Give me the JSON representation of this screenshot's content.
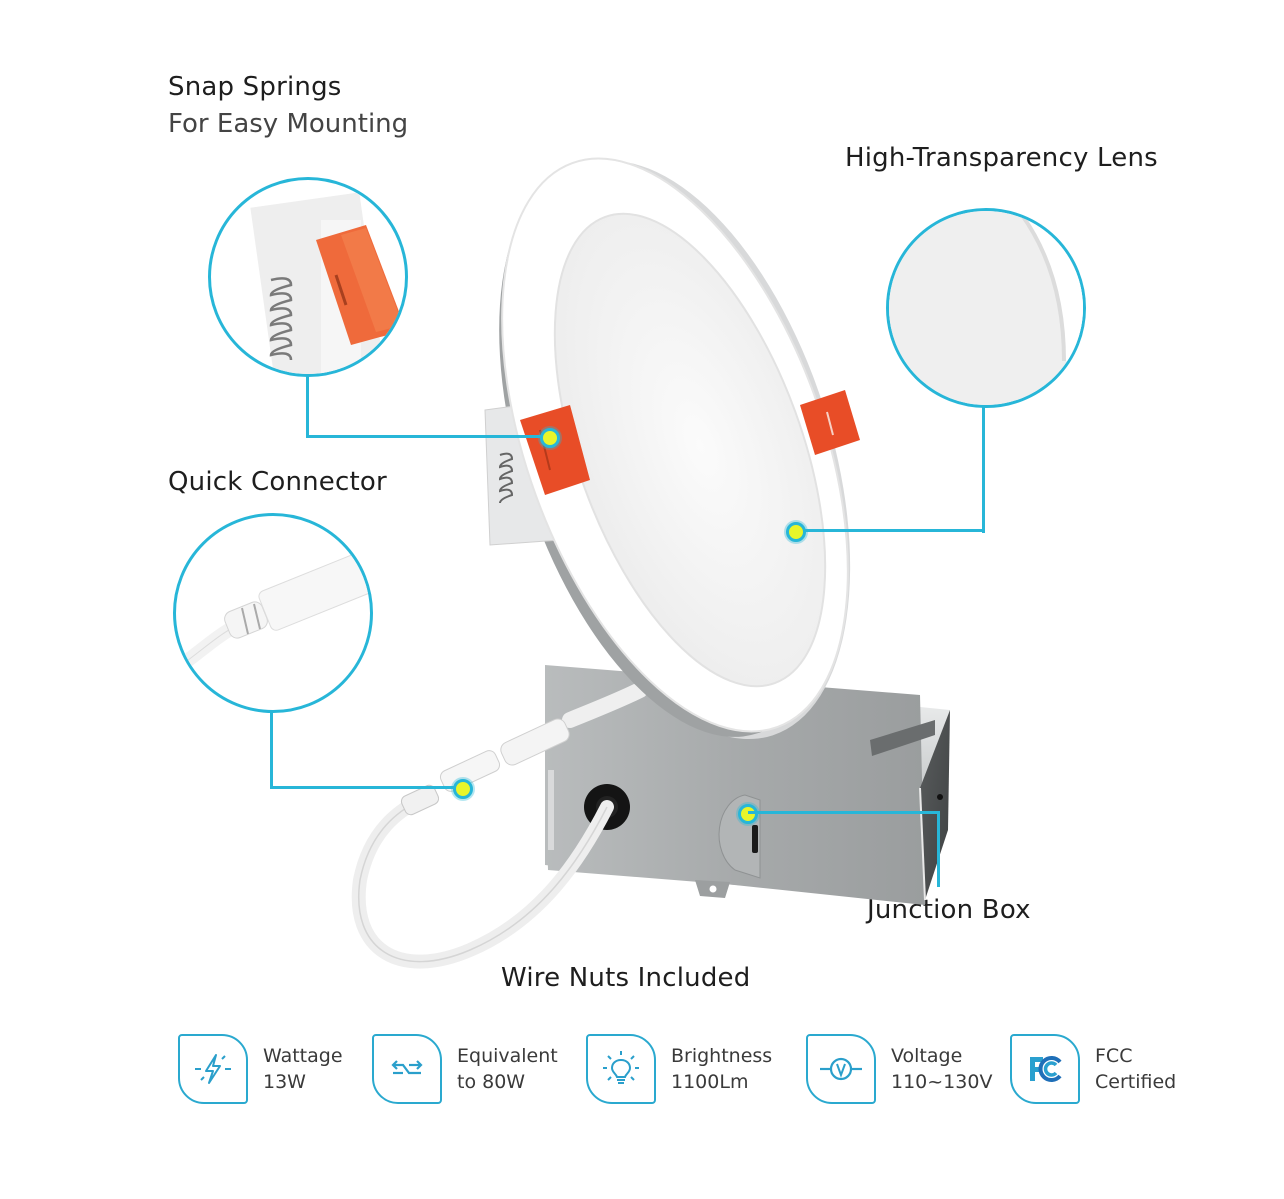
{
  "callouts": {
    "snap_springs": {
      "title": "Snap Springs",
      "subtitle": "For Easy Mounting"
    },
    "lens": {
      "title": "High-Transparency Lens"
    },
    "quick_connector": {
      "title": "Quick Connector"
    },
    "junction_box": {
      "title": "Junction Box"
    },
    "wire_nuts": {
      "title": "Wire Nuts Included"
    }
  },
  "specs": [
    {
      "icon": "lightning-bolt-icon",
      "label": "Wattage",
      "value": "13W"
    },
    {
      "icon": "equivalent-arrows-icon",
      "label": "Equivalent",
      "value": "to 80W"
    },
    {
      "icon": "light-bulb-icon",
      "label": "Brightness",
      "value": "1100Lm"
    },
    {
      "icon": "voltage-meter-icon",
      "label": "Voltage",
      "value": "110~130V"
    },
    {
      "icon": "fcc-logo-icon",
      "label": "FCC",
      "value": "Certified"
    }
  ],
  "colors": {
    "accent": "#27b6d8",
    "dot": "#e8f52a",
    "clip": "#e8502a",
    "text": "#1e1e1e"
  }
}
